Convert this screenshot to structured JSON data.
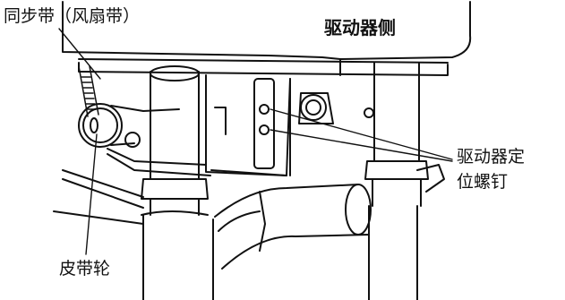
{
  "labels": {
    "timing_belt": "同步带（风扇带）",
    "driver_side": "驱动器侧",
    "driver_screw_line1": "驱动器定",
    "driver_screw_line2": "位螺钉",
    "pulley": "皮带轮"
  },
  "colors": {
    "ink": "#111111",
    "background": "#ffffff"
  }
}
